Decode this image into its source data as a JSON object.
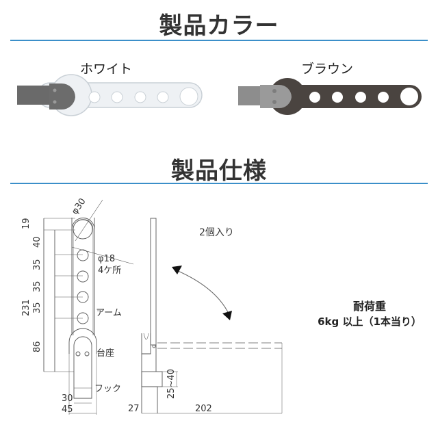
{
  "sections": {
    "colors": {
      "title": "製品カラー",
      "variants": [
        {
          "label": "ホワイト",
          "body_color": "#eef1f4",
          "clip_color": "#6f6f6f"
        },
        {
          "label": "ブラウン",
          "body_color": "#4a4440",
          "clip_color": "#8d8d8d"
        }
      ]
    },
    "specs": {
      "title": "製品仕様",
      "package_note": "2個入り",
      "load": {
        "heading": "耐荷重",
        "value": "6kg 以上（1本当り）"
      },
      "front_view": {
        "dims_vertical": [
          "19",
          "40",
          "35",
          "35",
          "35",
          "86"
        ],
        "total_height": "231",
        "top_hole": "φ30",
        "small_holes": "φ18",
        "small_holes_count": "4ケ所",
        "part_arm": "アーム",
        "part_base": "台座",
        "part_hook": "フック",
        "width_inner": "30",
        "width_outer": "45"
      },
      "side_view": {
        "depth_base": "27",
        "arm_length": "202",
        "clamp_range": "25~40"
      }
    }
  },
  "colors": {
    "accent_rule": "#3b8fc9",
    "title_text": "#333333"
  }
}
